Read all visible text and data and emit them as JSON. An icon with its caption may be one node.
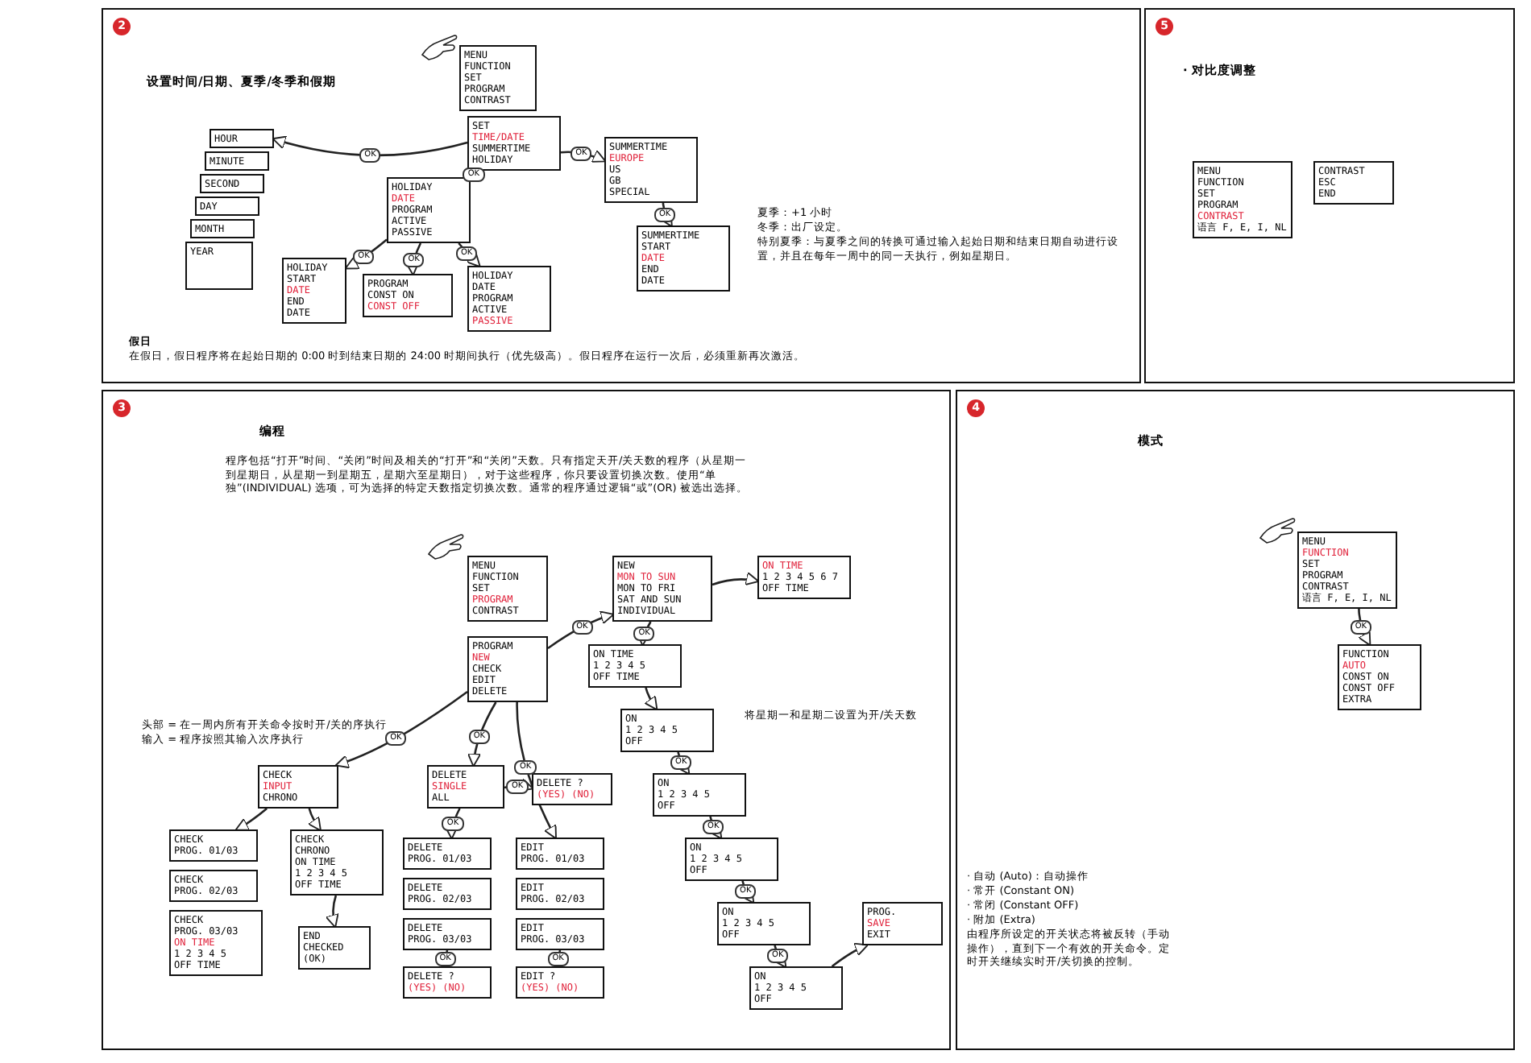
{
  "diagram": {
    "nodes": [
      {
        "text": [
          "2",
          "设置时间/日期、夏季/冬季和假期"
        ]
      },
      {
        "text": [
          "MENU",
          "FUNCTION",
          "SET",
          "PROGRAM",
          "CONTRAST"
        ],
        "in": 0
      },
      {
        "text": [
          "SET",
          "TIME/DATE",
          "SUMMERTIME",
          "HOLIDAY"
        ],
        "in": 0
      },
      {
        "text": [
          "HOUR"
        ],
        "in": 0
      },
      {
        "text": [
          "MINUTE"
        ],
        "in": 0
      },
      {
        "text": [
          "SECOND"
        ],
        "in": 0
      },
      {
        "text": [
          "DAY"
        ],
        "in": 0
      },
      {
        "text": [
          "MONTH"
        ],
        "in": 0
      },
      {
        "text": [
          "YEAR"
        ],
        "in": 0
      },
      {
        "text": [
          "HOLIDAY",
          "DATE",
          "PROGRAM",
          "ACTIVE",
          "PASSIVE"
        ],
        "in": 0
      },
      {
        "text": [
          "HOLIDAY",
          "START",
          "DATE",
          "END",
          "DATE"
        ],
        "in": 0
      },
      {
        "text": [
          "PROGRAM",
          "CONST ON",
          "CONST OFF"
        ],
        "in": 0
      },
      {
        "text": [
          "HOLIDAY",
          "DATE",
          "PROGRAM",
          "ACTIVE",
          "PASSIVE"
        ],
        "in": 0
      },
      {
        "text": [
          "SUMMERTIME",
          "EUROPE",
          "US",
          "GB",
          "SPECIAL"
        ],
        "in": 0
      },
      {
        "text": [
          "SUMMERTIME",
          "START",
          "DATE",
          "END",
          "DATE"
        ],
        "in": 0
      },
      {
        "text": [
          "5",
          "· 对比度调整"
        ]
      },
      {
        "text": [
          "MENU",
          "FUNCTION",
          "SET",
          "PROGRAM",
          "CONTRAST",
          "语言 F, E, I, NL"
        ],
        "in": 15
      },
      {
        "text": [
          "CONTRAST",
          "ESC",
          "END"
        ],
        "in": 15
      },
      {
        "text": [
          "3",
          "编程"
        ]
      },
      {
        "text": [
          "MENU",
          "FUNCTION",
          "SET",
          "PROGRAM",
          "CONTRAST"
        ],
        "in": 18
      },
      {
        "text": [
          "PROGRAM",
          "NEW",
          "CHECK",
          "EDIT",
          "DELETE"
        ],
        "in": 18
      },
      {
        "text": [
          "NEW",
          "MON TO SUN",
          "MON TO FRI",
          "SAT AND SUN",
          "INDIVIDUAL"
        ],
        "in": 18
      },
      {
        "text": [
          "ON TIME",
          "1 2 3 4 5 6 7",
          "OFF TIME"
        ],
        "in": 18
      },
      {
        "text": [
          "ON TIME",
          "1 2 3 4 5",
          "OFF TIME"
        ],
        "in": 18
      },
      {
        "text": [
          "ON",
          "1 2 3 4 5",
          "OFF"
        ],
        "in": 18
      },
      {
        "text": [
          "ON",
          "1 2 3 4 5",
          "OFF"
        ],
        "in": 18
      },
      {
        "text": [
          "ON",
          "1 2 3 4 5",
          "OFF"
        ],
        "in": 18
      },
      {
        "text": [
          "ON",
          "1 2 3 4 5",
          "OFF"
        ],
        "in": 18
      },
      {
        "text": [
          "ON",
          "1 2 3 4 5",
          "OFF"
        ],
        "in": 18
      },
      {
        "text": [
          "PROG.",
          "SAVE",
          "EXIT"
        ],
        "in": 18
      },
      {
        "text": [
          "CHECK",
          "INPUT",
          "CHRONO"
        ],
        "in": 18
      },
      {
        "text": [
          "CHECK",
          "PROG. 01/03"
        ],
        "in": 18
      },
      {
        "text": [
          "CHECK",
          "PROG. 02/03"
        ],
        "in": 18
      },
      {
        "text": [
          "CHECK",
          "PROG. 03/03",
          "ON TIME",
          "1 2 3 4 5",
          "OFF TIME"
        ],
        "in": 18
      },
      {
        "text": [
          "CHECK",
          "CHRONO",
          "ON TIME",
          "1 2 3 4 5",
          "OFF TIME"
        ],
        "in": 18
      },
      {
        "text": [
          "END",
          "CHECKED",
          "(OK)"
        ],
        "in": 18
      },
      {
        "text": [
          "DELETE",
          "SINGLE",
          "ALL"
        ],
        "in": 18
      },
      {
        "text": [
          "DELETE ?",
          "(YES) (NO)"
        ],
        "in": 18
      },
      {
        "text": [
          "DELETE",
          "PROG. 01/03"
        ],
        "in": 18
      },
      {
        "text": [
          "DELETE",
          "PROG. 02/03"
        ],
        "in": 18
      },
      {
        "text": [
          "DELETE",
          "PROG. 03/03"
        ],
        "in": 18
      },
      {
        "text": [
          "DELETE ?",
          "(YES) (NO)"
        ],
        "in": 18
      },
      {
        "text": [
          "EDIT",
          "PROG. 01/03"
        ],
        "in": 18
      },
      {
        "text": [
          "EDIT",
          "PROG. 02/03"
        ],
        "in": 18
      },
      {
        "text": [
          "EDIT",
          "PROG. 03/03"
        ],
        "in": 18
      },
      {
        "text": [
          "EDIT ?",
          "(YES) (NO)"
        ],
        "in": 18
      },
      {
        "text": [
          "4",
          "模式"
        ]
      },
      {
        "text": [
          "MENU",
          "FUNCTION",
          "SET",
          "PROGRAM",
          "CONTRAST",
          "语言 F, E, I, NL"
        ],
        "in": 46
      },
      {
        "text": [
          "FUNCTION",
          "AUTO",
          "CONST ON",
          "CONST OFF",
          "EXTRA"
        ],
        "in": 46
      }
    ],
    "edges": [
      {
        "from": 2,
        "to": 3,
        "arrow": "to",
        "label": "OK"
      },
      {
        "from": 2,
        "to": 9,
        "arrow": "to",
        "label": "OK"
      },
      {
        "from": 2,
        "to": 13,
        "arrow": "to",
        "label": "OK"
      },
      {
        "from": 9,
        "to": 10,
        "arrow": "to",
        "label": "OK"
      },
      {
        "from": 9,
        "to": 11,
        "arrow": "to",
        "label": "OK"
      },
      {
        "from": 9,
        "to": 12,
        "arrow": "to",
        "label": "OK"
      },
      {
        "from": 13,
        "to": 14,
        "arrow": "to",
        "label": "OK"
      },
      {
        "from": 20,
        "to": 21,
        "arrow": "to",
        "label": "OK"
      },
      {
        "from": 21,
        "to": 22,
        "arrow": "to"
      },
      {
        "from": 21,
        "to": 23,
        "arrow": "to",
        "label": "OK"
      },
      {
        "from": 23,
        "to": 24,
        "arrow": "to"
      },
      {
        "from": 24,
        "to": 25,
        "arrow": "to",
        "label": "OK"
      },
      {
        "from": 25,
        "to": 26,
        "arrow": "to",
        "label": "OK"
      },
      {
        "from": 26,
        "to": 27,
        "arrow": "to",
        "label": "OK"
      },
      {
        "from": 27,
        "to": 28,
        "arrow": "to",
        "label": "OK"
      },
      {
        "from": 28,
        "to": 29,
        "arrow": "to"
      },
      {
        "from": 20,
        "to": 30,
        "arrow": "to",
        "label": "OK"
      },
      {
        "from": 30,
        "to": 31,
        "arrow": "to"
      },
      {
        "from": 30,
        "to": 34,
        "arrow": "to"
      },
      {
        "from": 34,
        "to": 35,
        "arrow": "to"
      },
      {
        "from": 20,
        "to": 36,
        "arrow": "to",
        "label": "OK"
      },
      {
        "from": 36,
        "to": 37,
        "arrow": "to",
        "label": "OK"
      },
      {
        "from": 36,
        "to": 38,
        "arrow": "to",
        "label": "OK"
      },
      {
        "from": 20,
        "to": 42,
        "arrow": "to",
        "label": "OK"
      },
      {
        "from": 47,
        "to": 48,
        "arrow": "to",
        "label": "OK"
      },
      {
        "from": 40,
        "to": 41,
        "arrow": "to",
        "label": "OK"
      },
      {
        "from": 44,
        "to": 45,
        "arrow": "to",
        "label": "OK"
      }
    ],
    "labels": [
      "夏季：+1 小时",
      "冬季：出厂设定。",
      "特别夏季：与夏季之间的转换可通过输入起始日期和结束日期自动进行设置，并且在每年一周中的同一天执行，例如星期日。",
      "假日",
      "在假日，假日程序将在起始日期的 0:00 时到结束日期的 24:00 时期间执行（优先级高）。假日程序在运行一次后，必须重新再次激活。",
      "程序包括“打开”时间、“关闭”时间及相关的“打开”和“关闭”天数。只有指定天开/关天数的程序（从星期一到星期日，从星期一到星期五，星期六至星期日），对于这些程序，你只要设置切换次数。使用“单独”(INDIVIDUAL) 选项，可为选择的特定天数指定切换次数。通常的程序通过逻辑“或”(OR) 被选出选择。",
      "头部 = 在一周内所有开关命令按时开/关的序执行",
      "输入 = 程序按照其输入次序执行",
      "将星期一和星期二设置为开/关天数",
      "· 自动 (Auto)：自动操作",
      "· 常开 (Constant ON)",
      "· 常闭 (Constant OFF)",
      "· 附加 (Extra)",
      "由程序所设定的开关状态将被反转（手动操作），直到下一个有效的开关命令。定时开关继续实时开/关切换的控制。"
    ]
  }
}
